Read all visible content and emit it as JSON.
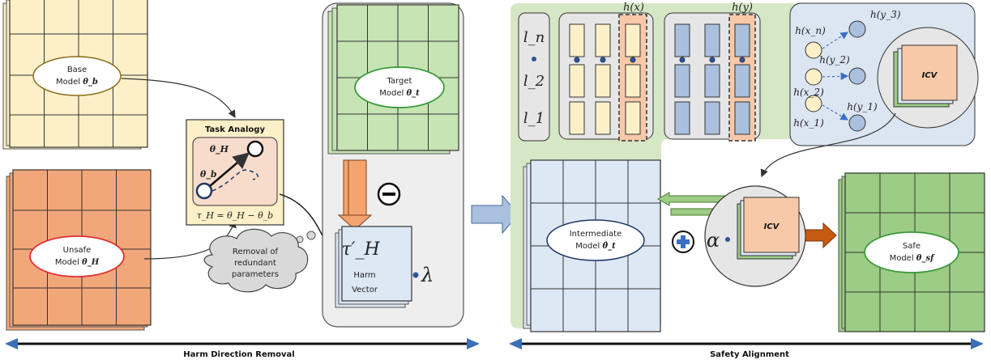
{
  "models": {
    "base": {
      "line1": "Base",
      "line2": "Model",
      "symbol": "θ_b"
    },
    "unsafe": {
      "line1": "Unsafe",
      "line2": "Model",
      "symbol": "θ_H"
    },
    "target": {
      "line1": "Target",
      "line2": "Model",
      "symbol": "θ_t"
    },
    "intermediate": {
      "line1": "Intermediate",
      "line2": "Model",
      "symbol": "θ̂_t"
    },
    "safe": {
      "line1": "Safe",
      "line2": "Model",
      "symbol": "θ_sf"
    }
  },
  "task_analogy": {
    "title": "Task Analogy",
    "theta_h": "θ_H",
    "theta_b": "θ_b",
    "equation": "τ_H = θ_H − θ_b"
  },
  "cloud": {
    "line1": "Removal of",
    "line2": "redundant",
    "line3": "parameters"
  },
  "harm_vector": {
    "symbol": "τ′_H",
    "line1": "Harm",
    "line2": "Vector",
    "lambda": "λ"
  },
  "operators": {
    "minus": "−",
    "plus": "+",
    "alpha": "α"
  },
  "layers": {
    "ln": "l_n",
    "l2": "l_2",
    "l1": "l_1"
  },
  "hidden": {
    "hx": "h(x)",
    "hy": "h(y)"
  },
  "icv_panel": {
    "inputs": [
      "h(x_n)",
      "h(x_2)",
      "h(x_1)"
    ],
    "outputs": [
      "h(y_3)",
      "h(y_2)",
      "h(y_1)"
    ],
    "icv": "ICV"
  },
  "icv_small": "ICV",
  "bottom": {
    "left_label": "Harm Direction Removal",
    "right_label": "Safety Alignment"
  },
  "colors": {
    "base_fill": "#fdf0c8",
    "unsafe_fill": "#f2a77a",
    "target_fill": "#c7e4b4",
    "intermediate_fill": "#dde8f5",
    "safe_fill": "#9ccc85",
    "panel_grey": "#eeeeee",
    "panel_green": "#d6e7c6",
    "panel_blue": "#dce6f3",
    "icv_fill": "#f8c9a9",
    "arrow_orange": "#f4a46e",
    "arrow_blue": "#a9c0df",
    "arrow_dark_orange": "#c55a11",
    "bar_blue": "#2e5597",
    "unsafe_ellipse_border": "#e03030",
    "target_ellipse_border": "#3a9a3a"
  }
}
